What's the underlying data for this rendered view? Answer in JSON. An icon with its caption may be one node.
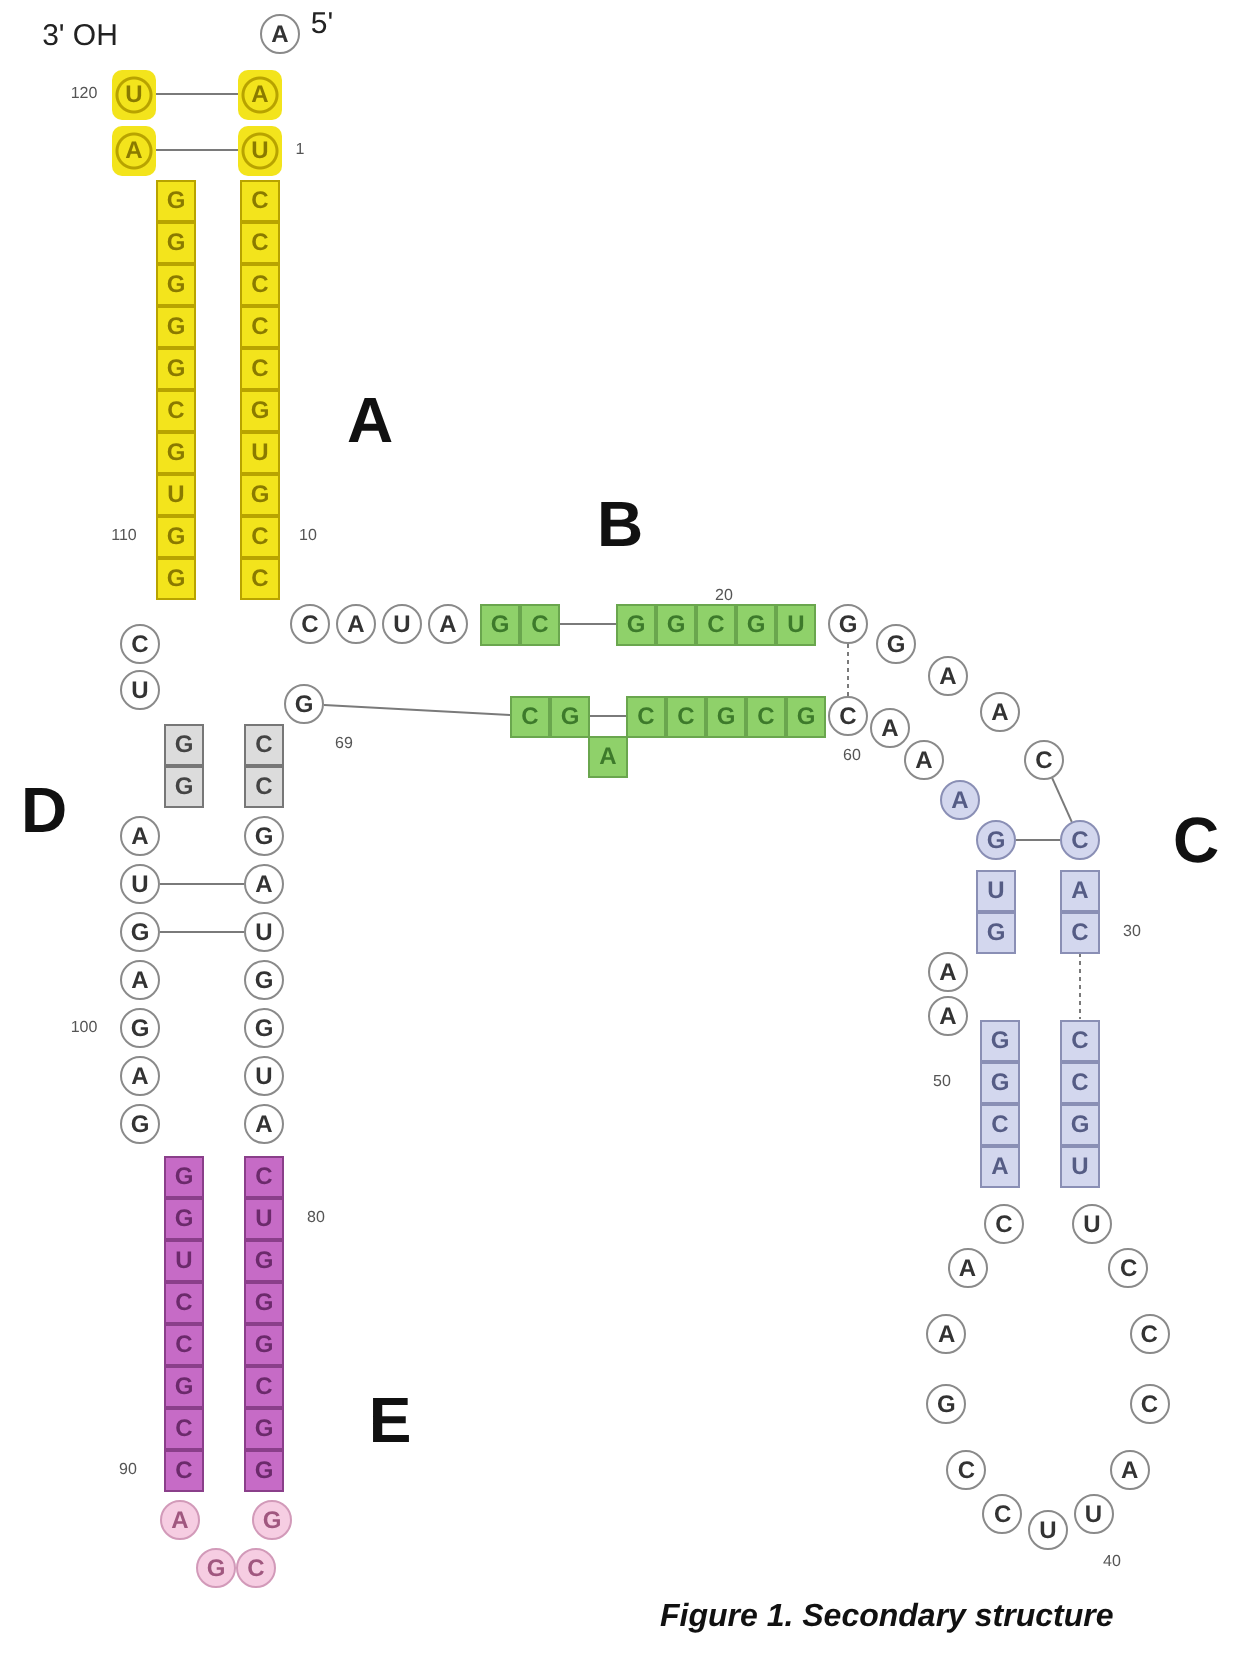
{
  "diagram": {
    "caption": "Figure 1. Secondary structure",
    "nodes": [
      {
        "text": [
          "A"
        ]
      },
      {
        "text": [
          "A"
        ]
      },
      {
        "text": [
          "U"
        ]
      },
      {
        "text": [
          "C"
        ]
      },
      {
        "text": [
          "C"
        ]
      },
      {
        "text": [
          "C"
        ]
      },
      {
        "text": [
          "C"
        ]
      },
      {
        "text": [
          "C"
        ]
      },
      {
        "text": [
          "G"
        ]
      },
      {
        "text": [
          "U"
        ]
      },
      {
        "text": [
          "G"
        ]
      },
      {
        "text": [
          "C"
        ]
      },
      {
        "text": [
          "C"
        ]
      },
      {
        "text": [
          "C"
        ]
      },
      {
        "text": [
          "A"
        ]
      },
      {
        "text": [
          "U"
        ]
      },
      {
        "text": [
          "A"
        ]
      },
      {
        "text": [
          "G"
        ]
      },
      {
        "text": [
          "C"
        ]
      },
      {
        "text": [
          "G"
        ]
      },
      {
        "text": [
          "G"
        ]
      },
      {
        "text": [
          "C"
        ]
      },
      {
        "text": [
          "G"
        ]
      },
      {
        "text": [
          "U"
        ]
      },
      {
        "text": [
          "G"
        ]
      },
      {
        "text": [
          "G"
        ]
      },
      {
        "text": [
          "A"
        ]
      },
      {
        "text": [
          "A"
        ]
      },
      {
        "text": [
          "C"
        ]
      },
      {
        "text": [
          "C"
        ]
      },
      {
        "text": [
          "A"
        ]
      },
      {
        "text": [
          "C"
        ]
      },
      {
        "text": [
          "C"
        ]
      },
      {
        "text": [
          "C"
        ]
      },
      {
        "text": [
          "G"
        ]
      },
      {
        "text": [
          "U"
        ]
      },
      {
        "text": [
          "U"
        ]
      },
      {
        "text": [
          "C"
        ]
      },
      {
        "text": [
          "C"
        ]
      },
      {
        "text": [
          "C"
        ]
      },
      {
        "text": [
          "A"
        ]
      },
      {
        "text": [
          "U"
        ]
      },
      {
        "text": [
          "U"
        ]
      },
      {
        "text": [
          "C"
        ]
      },
      {
        "text": [
          "C"
        ]
      },
      {
        "text": [
          "G"
        ]
      },
      {
        "text": [
          "A"
        ]
      },
      {
        "text": [
          "A"
        ]
      },
      {
        "text": [
          "C"
        ]
      },
      {
        "text": [
          "A"
        ]
      },
      {
        "text": [
          "C"
        ]
      },
      {
        "text": [
          "G"
        ]
      },
      {
        "text": [
          "G"
        ]
      },
      {
        "text": [
          "A"
        ]
      },
      {
        "text": [
          "A"
        ]
      },
      {
        "text": [
          "G"
        ]
      },
      {
        "text": [
          "U"
        ]
      },
      {
        "text": [
          "G"
        ]
      },
      {
        "text": [
          "A"
        ]
      },
      {
        "text": [
          "A"
        ]
      },
      {
        "text": [
          "A"
        ]
      },
      {
        "text": [
          "C"
        ]
      },
      {
        "text": [
          "G"
        ]
      },
      {
        "text": [
          "C"
        ]
      },
      {
        "text": [
          "G"
        ]
      },
      {
        "text": [
          "C"
        ]
      },
      {
        "text": [
          "C"
        ]
      },
      {
        "text": [
          "A"
        ]
      },
      {
        "text": [
          "G"
        ]
      },
      {
        "text": [
          "C"
        ]
      },
      {
        "text": [
          "G"
        ]
      },
      {
        "text": [
          "C"
        ]
      },
      {
        "text": [
          "C"
        ]
      },
      {
        "text": [
          "G"
        ]
      },
      {
        "text": [
          "A"
        ]
      },
      {
        "text": [
          "U"
        ]
      },
      {
        "text": [
          "G"
        ]
      },
      {
        "text": [
          "G"
        ]
      },
      {
        "text": [
          "U"
        ]
      },
      {
        "text": [
          "A"
        ]
      },
      {
        "text": [
          "C"
        ]
      },
      {
        "text": [
          "U"
        ]
      },
      {
        "text": [
          "G"
        ]
      },
      {
        "text": [
          "G"
        ]
      },
      {
        "text": [
          "G"
        ]
      },
      {
        "text": [
          "C"
        ]
      },
      {
        "text": [
          "G"
        ]
      },
      {
        "text": [
          "G"
        ]
      },
      {
        "text": [
          "G"
        ]
      },
      {
        "text": [
          "C"
        ]
      },
      {
        "text": [
          "G"
        ]
      },
      {
        "text": [
          "A"
        ]
      },
      {
        "text": [
          "C"
        ]
      },
      {
        "text": [
          "C"
        ]
      },
      {
        "text": [
          "G"
        ]
      },
      {
        "text": [
          "C"
        ]
      },
      {
        "text": [
          "C"
        ]
      },
      {
        "text": [
          "U"
        ]
      },
      {
        "text": [
          "G"
        ]
      },
      {
        "text": [
          "G"
        ]
      },
      {
        "text": [
          "G"
        ]
      },
      {
        "text": [
          "A"
        ]
      },
      {
        "text": [
          "G"
        ]
      },
      {
        "text": [
          "A"
        ]
      },
      {
        "text": [
          "G"
        ]
      },
      {
        "text": [
          "U"
        ]
      },
      {
        "text": [
          "A"
        ]
      },
      {
        "text": [
          "G"
        ]
      },
      {
        "text": [
          "G"
        ]
      },
      {
        "text": [
          "U"
        ]
      },
      {
        "text": [
          "C"
        ]
      },
      {
        "text": [
          "G"
        ]
      },
      {
        "text": [
          "G"
        ]
      },
      {
        "text": [
          "U"
        ]
      },
      {
        "text": [
          "G"
        ]
      },
      {
        "text": [
          "C"
        ]
      },
      {
        "text": [
          "G"
        ]
      },
      {
        "text": [
          "G"
        ]
      },
      {
        "text": [
          "G"
        ]
      },
      {
        "text": [
          "G"
        ]
      },
      {
        "text": [
          "G"
        ]
      },
      {
        "text": [
          "A"
        ]
      },
      {
        "text": [
          "U"
        ]
      }
    ],
    "edges": [
      {
        "from": 122,
        "to": 1,
        "arrow": "none"
      },
      {
        "from": 121,
        "to": 2,
        "arrow": "none"
      },
      {
        "from": 18,
        "to": 19,
        "arrow": "none"
      },
      {
        "from": 24,
        "to": 61,
        "arrow": "none",
        "style": "dashed"
      },
      {
        "from": 28,
        "to": 29,
        "arrow": "none"
      },
      {
        "from": 57,
        "to": 29,
        "arrow": "none"
      },
      {
        "from": 31,
        "to": 32,
        "arrow": "none",
        "style": "dashed"
      },
      {
        "from": 68,
        "to": 66,
        "arrow": "none"
      },
      {
        "from": 69,
        "to": 70,
        "arrow": "none"
      },
      {
        "from": 105,
        "to": 74,
        "arrow": "none"
      },
      {
        "from": 104,
        "to": 75,
        "arrow": "none"
      }
    ],
    "labels": [
      "3' OH",
      "5'",
      "120",
      "1",
      "A",
      "110",
      "10",
      "B",
      "20",
      "69",
      "60",
      "D",
      "C",
      "30",
      "50",
      "100",
      "80",
      "E",
      "90",
      "40"
    ]
  }
}
